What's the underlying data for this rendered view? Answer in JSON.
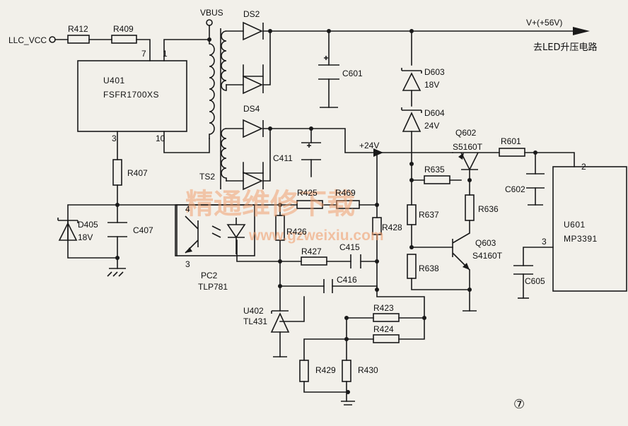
{
  "nets": {
    "llc_vcc": "LLC_VCC",
    "vbus": "VBUS",
    "vout": "V+(+56V)",
    "vout_dest": "去LED升压电路",
    "v24": "+24V"
  },
  "ics": {
    "u401_ref": "U401",
    "u401_part": "FSFR1700XS",
    "u402_ref": "U402",
    "u402_part": "TL431",
    "u601_ref": "U601",
    "u601_part": "MP3391",
    "pc2_ref": "PC2",
    "pc2_part": "TLP781"
  },
  "pins": {
    "u401_7": "7",
    "u401_1": "1",
    "u401_3": "3",
    "u401_10": "10",
    "pc2_4": "4",
    "pc2_3": "3",
    "u601_2": "2",
    "u601_3": "3"
  },
  "resistors": {
    "r412": "R412",
    "r409": "R409",
    "r407": "R407",
    "r425": "R425",
    "r469": "R469",
    "r426": "R426",
    "r427": "R427",
    "r428": "R428",
    "r423": "R423",
    "r424": "R424",
    "r429": "R429",
    "r430": "R430",
    "r635": "R635",
    "r636": "R636",
    "r637": "R637",
    "r638": "R638",
    "r601": "R601"
  },
  "capacitors": {
    "c601": "C601",
    "c411": "C411",
    "c407": "C407",
    "c415": "C415",
    "c416": "C416",
    "c602": "C602",
    "c605": "C605"
  },
  "diodes": {
    "ds2": "DS2",
    "ds4": "DS4",
    "d603": "D603",
    "d603_v": "18V",
    "d604": "D604",
    "d604_v": "24V",
    "d405": "D405",
    "d405_v": "18V"
  },
  "transistors": {
    "q602": "Q602",
    "q602_part": "S5160T",
    "q603": "Q603",
    "q603_part": "S4160T"
  },
  "transformer": "TS2",
  "figure_number": "⑦",
  "watermark": {
    "cn": "精通维修下载",
    "url": "www.gzweixiu.com"
  }
}
